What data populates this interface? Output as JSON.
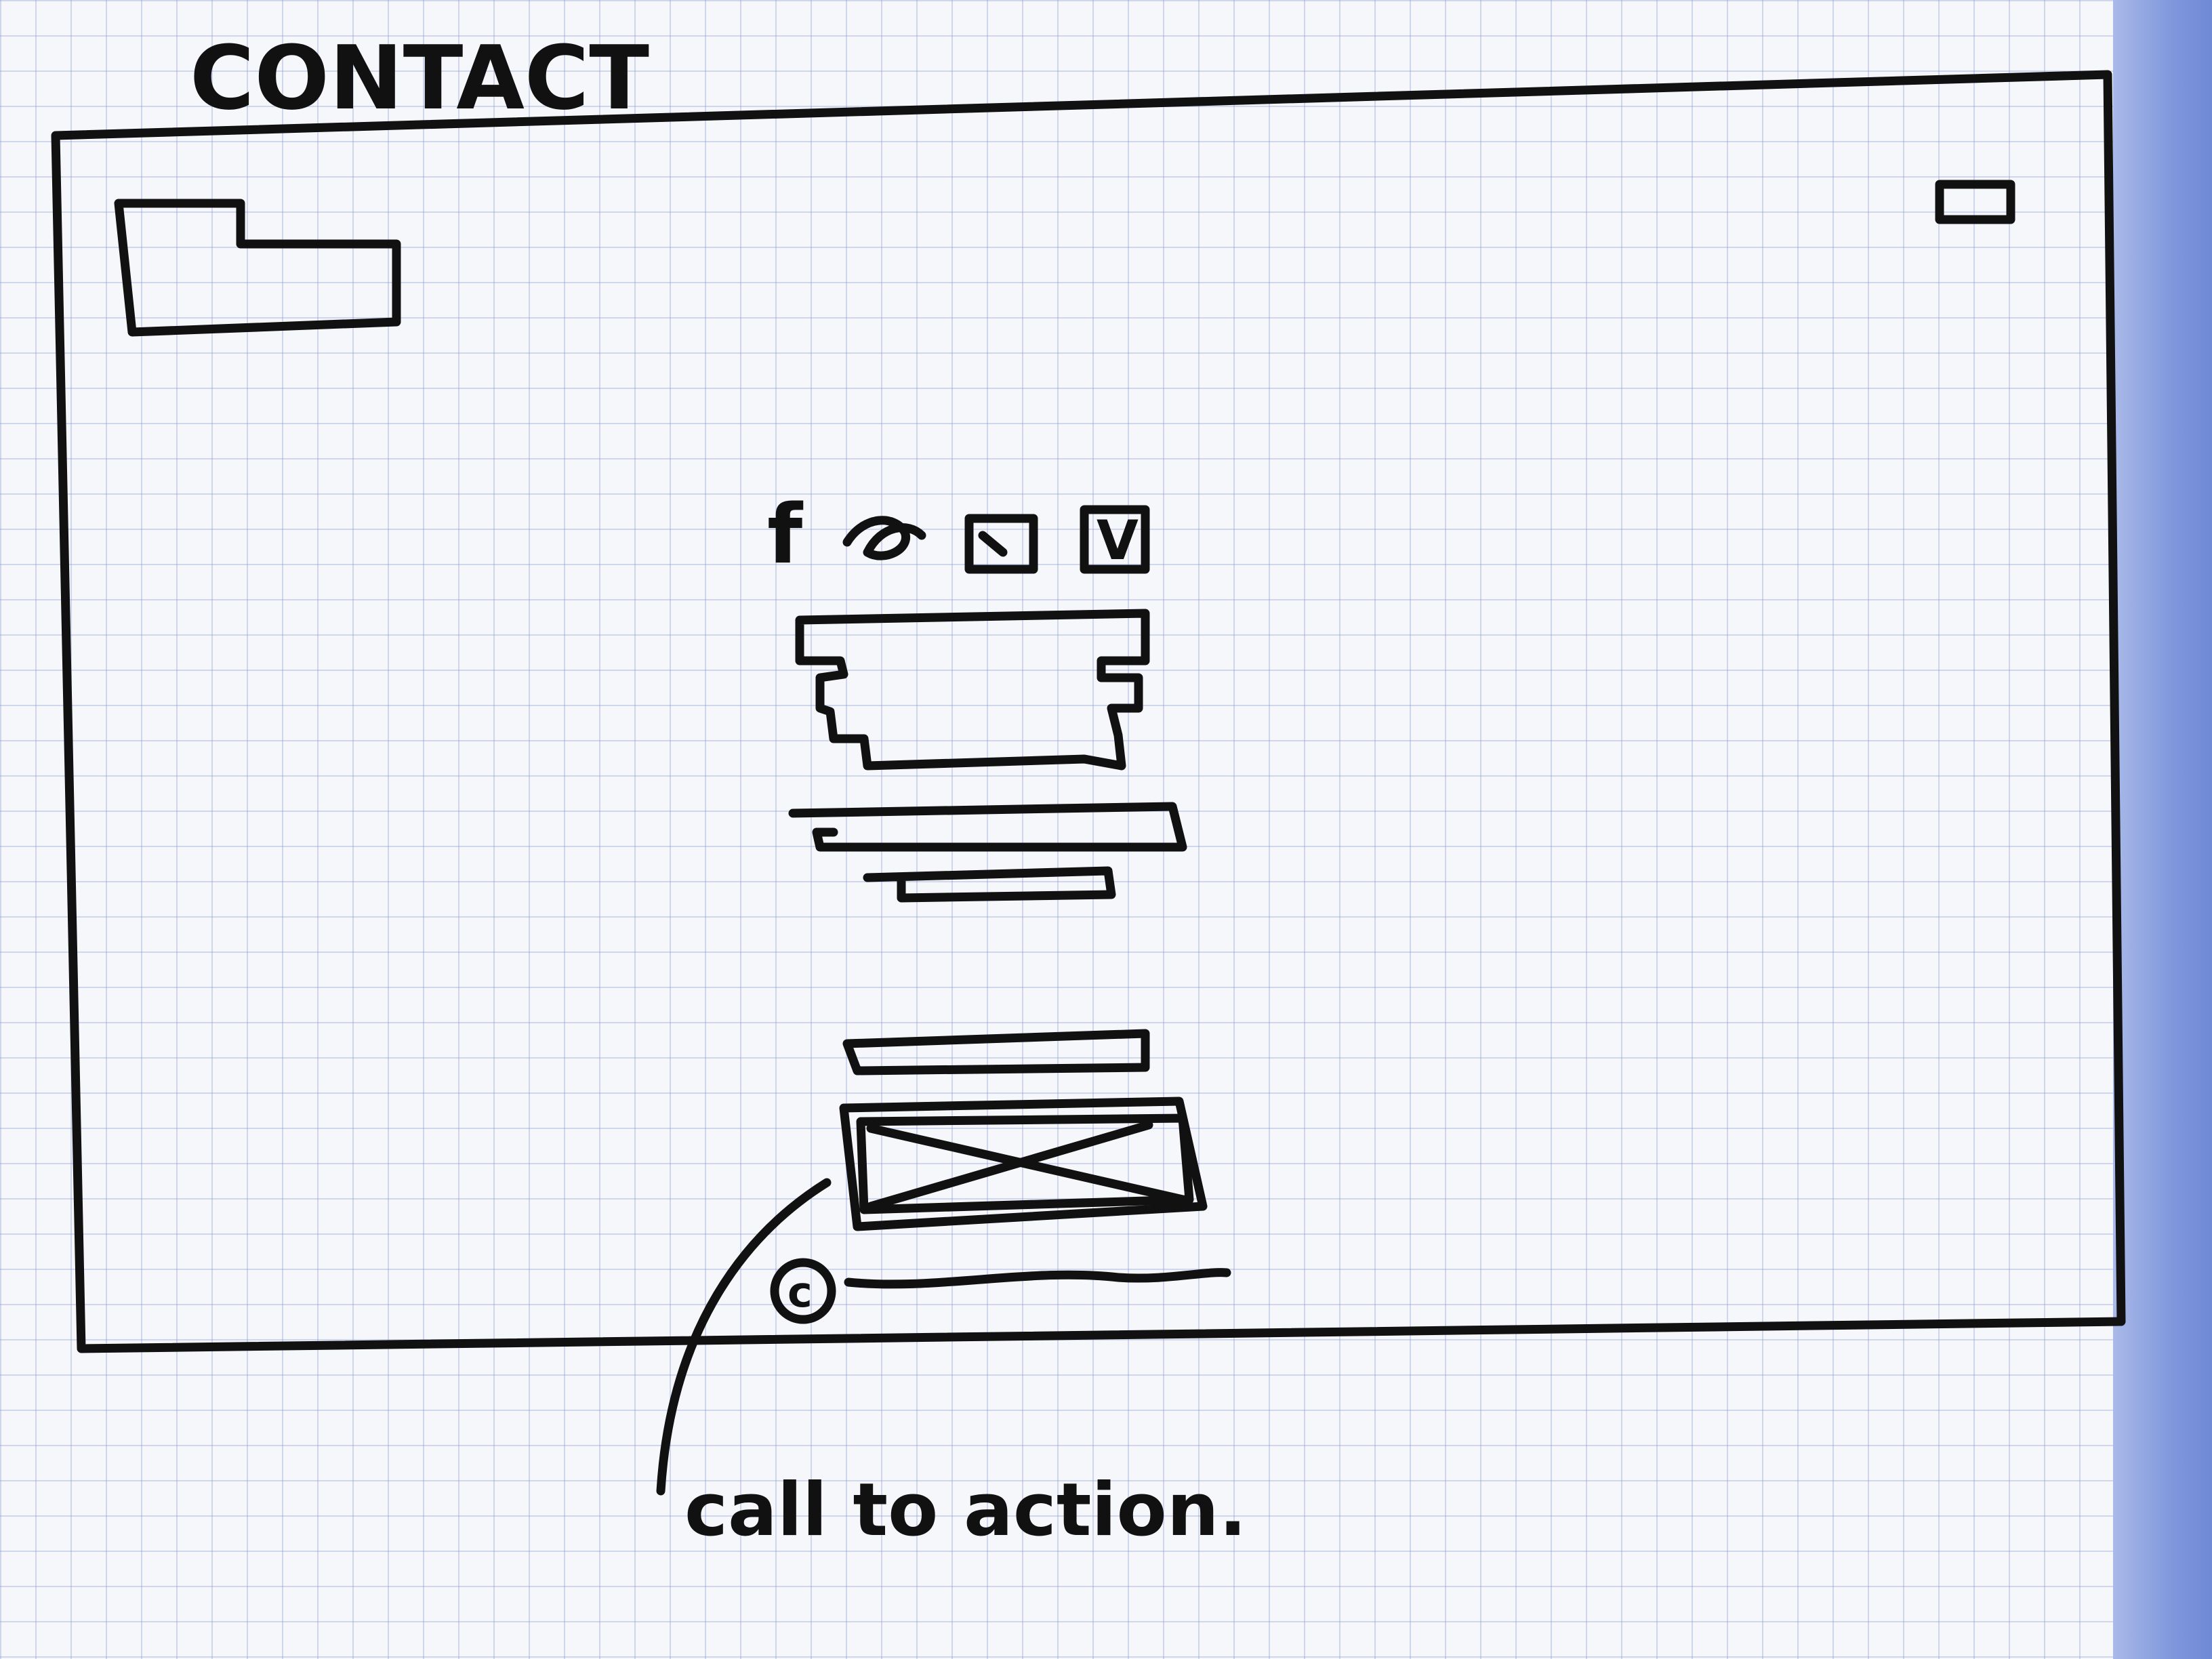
{
  "page_title": "CONTACT",
  "wireframe": {
    "social_icons": [
      {
        "icon": "facebook-icon",
        "glyph": "f"
      },
      {
        "icon": "twitter-icon",
        "glyph": ""
      },
      {
        "icon": "boxed-icon",
        "glyph": ""
      },
      {
        "icon": "vimeo-icon",
        "glyph": "V"
      }
    ],
    "footer_copyright_symbol": "c"
  },
  "annotation": "call to action.",
  "colors": {
    "ink": "#111111",
    "paper": "#f6f7fa",
    "grid": "#8c9fd8"
  }
}
